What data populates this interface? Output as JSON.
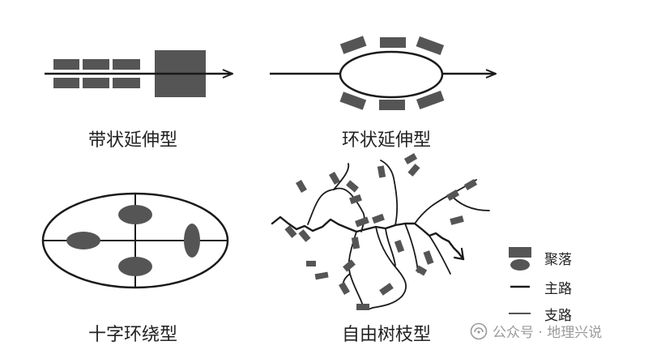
{
  "captions": {
    "strip": "带状延伸型",
    "ring": "环状延伸型",
    "cross": "十字环绕型",
    "tree": "自由树枝型"
  },
  "legend": {
    "settlement": "聚落",
    "main_road": "主路",
    "branch_road": "支路"
  },
  "watermark": {
    "text": "公众号 · 地理兴说",
    "icon": "wechat-official-account-icon"
  },
  "colors": {
    "ink": "#1a1a1a",
    "fill": "#555555",
    "watermark": "#9a9a9a"
  }
}
